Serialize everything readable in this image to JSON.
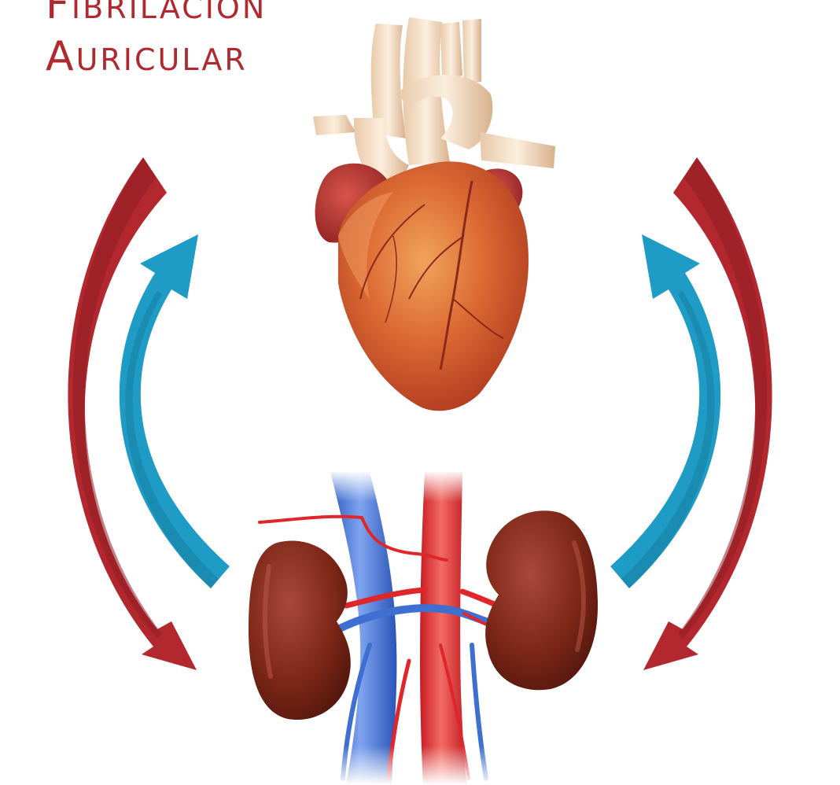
{
  "title": {
    "line1_initial": "F",
    "line1_rest": "IBRILACIÓN",
    "line2_initial": "A",
    "line2_rest": "URICULAR"
  },
  "colors": {
    "title": "#b0292f",
    "outer_arrows": "#b3282f",
    "inner_arrows": "#1f9cc6",
    "heart_muscle": "#d4632f",
    "kidney": "#7a2416",
    "vein": "#3f6fd1",
    "artery": "#e1262b"
  },
  "illustrations": {
    "heart": "anatomical-heart",
    "kidneys": "kidneys-with-aorta-and-vena-cava",
    "outer_arrows": "red-arrows-pointing-down-to-kidneys",
    "inner_arrows": "blue-arrows-pointing-up-to-heart"
  }
}
